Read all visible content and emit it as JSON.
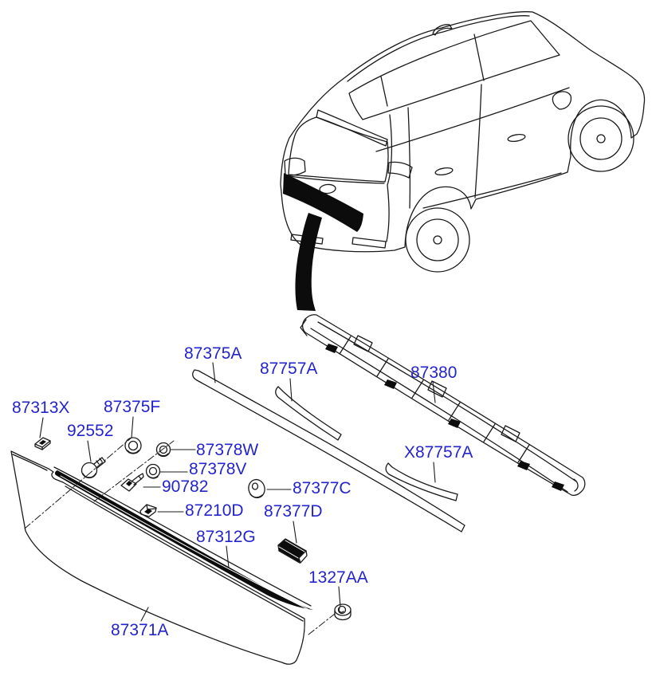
{
  "diagram": {
    "type": "exploded-parts-diagram",
    "subject": "tailgate-back-panel-moulding",
    "background_color": "#ffffff",
    "line_art_color": "#1a1a1a",
    "label_link_color": "#2424cc"
  },
  "labels": {
    "a87375A": "87375A",
    "a87757A": "87757A",
    "a87380": "87380",
    "a87313X": "87313X",
    "a87375F": "87375F",
    "a92552": "92552",
    "a87378W": "87378W",
    "a87378V": "87378V",
    "a90782": "90782",
    "a87377C": "87377C",
    "a87210D": "87210D",
    "a87377D": "87377D",
    "a87312G": "87312G",
    "aX87757A": "X87757A",
    "a1327AA": "1327AA",
    "a87371A": "87371A"
  },
  "icons": {
    "vehicle": "suv-rear-three-quarter-view",
    "arrow": "location-callout-arrow"
  }
}
